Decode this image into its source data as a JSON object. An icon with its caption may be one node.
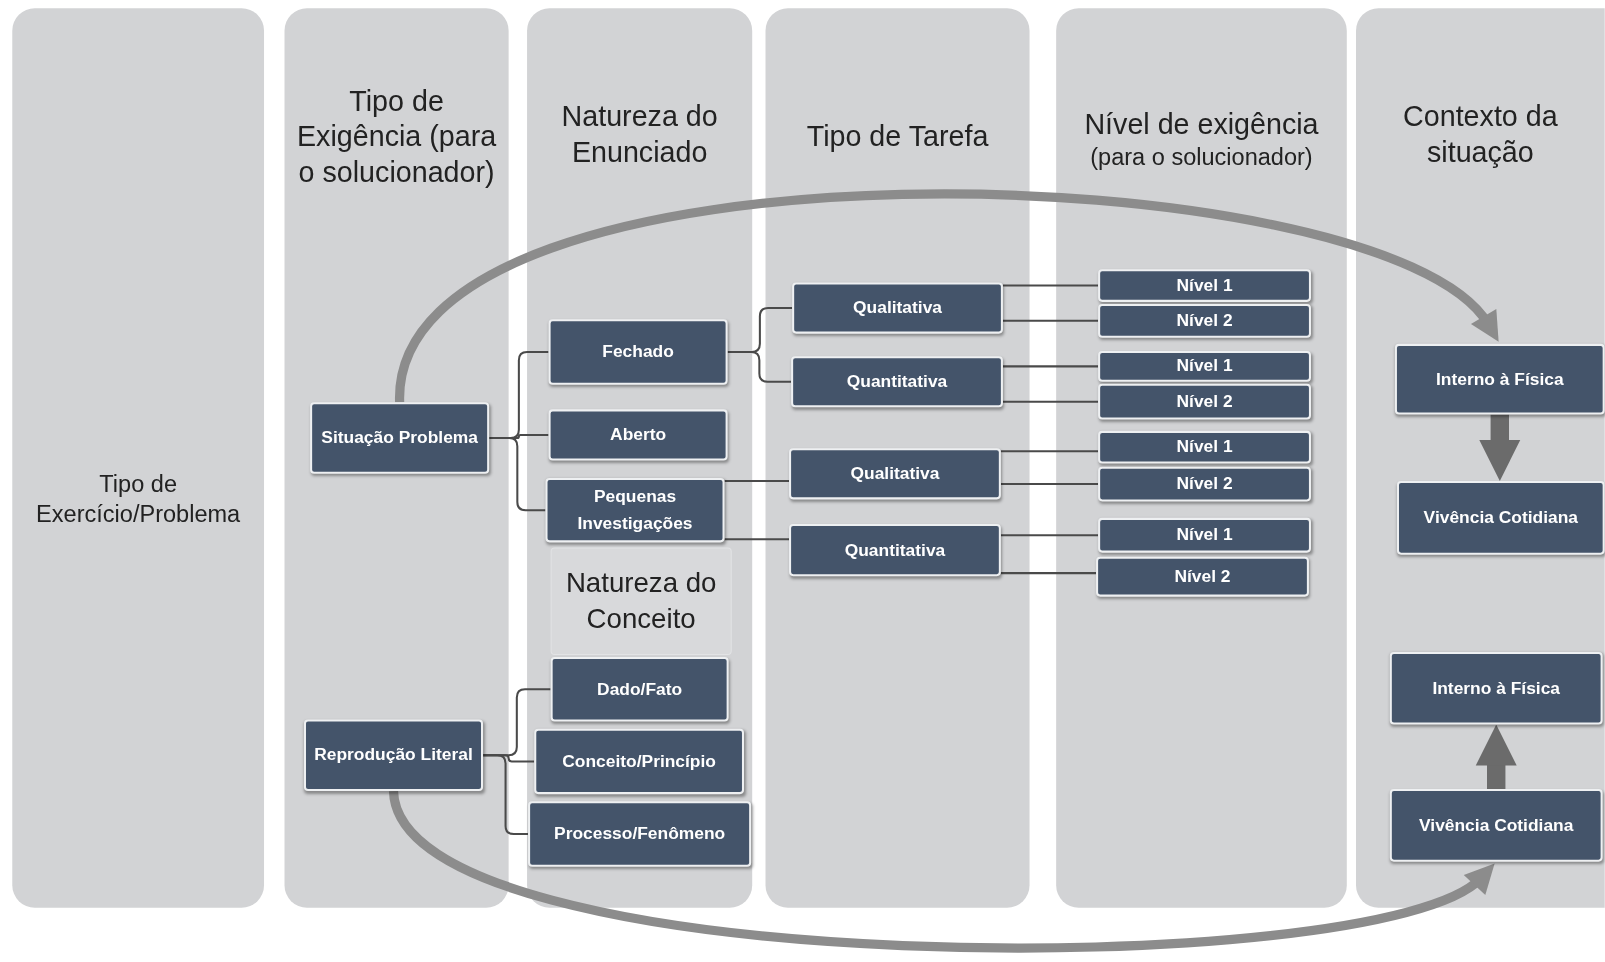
{
  "diagram": {
    "nodes": [
      {
        "text": [
          "Tipo de Exercício/Problema"
        ]
      },
      {
        "text": [
          "Tipo de Exigência (para o solucionador)"
        ]
      },
      {
        "text": [
          "Natureza do Enunciado"
        ]
      },
      {
        "text": [
          "Tipo de Tarefa"
        ]
      },
      {
        "text": [
          "Nível de exigência",
          "(para o solucionador)"
        ]
      },
      {
        "text": [
          "Contexto da situação"
        ]
      },
      {
        "text": [
          "Situação Problema"
        ],
        "in": 1
      },
      {
        "text": [
          "Reprodução Literal"
        ],
        "in": 1
      },
      {
        "text": [
          "Fechado"
        ],
        "in": 2
      },
      {
        "text": [
          "Aberto"
        ],
        "in": 2
      },
      {
        "text": [
          "Pequenas Investigações"
        ],
        "in": 2
      },
      {
        "text": [
          "Natureza do Conceito"
        ],
        "in": 2
      },
      {
        "text": [
          "Dado/Fato"
        ],
        "in": 2
      },
      {
        "text": [
          "Conceito/Princípio"
        ],
        "in": 2
      },
      {
        "text": [
          "Processo/Fenômeno"
        ],
        "in": 2
      },
      {
        "text": [
          "Qualitativa"
        ],
        "in": 3
      },
      {
        "text": [
          "Quantitativa"
        ],
        "in": 3
      },
      {
        "text": [
          "Qualitativa"
        ],
        "in": 3
      },
      {
        "text": [
          "Quantitativa"
        ],
        "in": 3
      },
      {
        "text": [
          "Nível 1"
        ],
        "in": 4
      },
      {
        "text": [
          "Nível 2"
        ],
        "in": 4
      },
      {
        "text": [
          "Nível 1"
        ],
        "in": 4
      },
      {
        "text": [
          "Nível 2"
        ],
        "in": 4
      },
      {
        "text": [
          "Nível 1"
        ],
        "in": 4
      },
      {
        "text": [
          "Nível 2"
        ],
        "in": 4
      },
      {
        "text": [
          "Nível 1"
        ],
        "in": 4
      },
      {
        "text": [
          "Nível 2"
        ],
        "in": 4
      },
      {
        "text": [
          "Interno à Física"
        ],
        "in": 5
      },
      {
        "text": [
          "Vivência Cotidiana"
        ],
        "in": 5
      },
      {
        "text": [
          "Interno à Física"
        ],
        "in": 5
      },
      {
        "text": [
          "Vivência Cotidiana"
        ],
        "in": 5
      }
    ],
    "edges": [
      {
        "from": 6,
        "to": 8,
        "arrow": "none"
      },
      {
        "from": 6,
        "to": 9,
        "arrow": "none"
      },
      {
        "from": 6,
        "to": 10,
        "arrow": "none"
      },
      {
        "from": 7,
        "to": 12,
        "arrow": "none"
      },
      {
        "from": 7,
        "to": 13,
        "arrow": "none"
      },
      {
        "from": 7,
        "to": 14,
        "arrow": "none"
      },
      {
        "from": 8,
        "to": 15,
        "arrow": "none"
      },
      {
        "from": 8,
        "to": 16,
        "arrow": "none"
      },
      {
        "from": 10,
        "to": 17,
        "arrow": "none"
      },
      {
        "from": 10,
        "to": 18,
        "arrow": "none"
      },
      {
        "from": 15,
        "to": 19,
        "arrow": "none"
      },
      {
        "from": 15,
        "to": 20,
        "arrow": "none"
      },
      {
        "from": 16,
        "to": 21,
        "arrow": "none"
      },
      {
        "from": 16,
        "to": 22,
        "arrow": "none"
      },
      {
        "from": 17,
        "to": 23,
        "arrow": "none"
      },
      {
        "from": 17,
        "to": 24,
        "arrow": "none"
      },
      {
        "from": 18,
        "to": 25,
        "arrow": "none"
      },
      {
        "from": 18,
        "to": 26,
        "arrow": "none"
      },
      {
        "from": 27,
        "to": 28,
        "arrow": "to",
        "style": "thick"
      },
      {
        "from": 30,
        "to": 29,
        "arrow": "to",
        "style": "thick"
      },
      {
        "from": 6,
        "to": 27,
        "arrow": "to",
        "style": "thick"
      },
      {
        "from": 7,
        "to": 30,
        "arrow": "to",
        "style": "thick"
      }
    ]
  }
}
